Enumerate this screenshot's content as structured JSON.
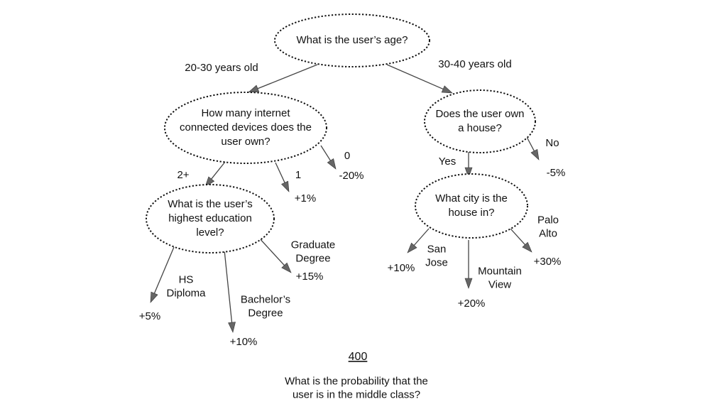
{
  "nodes": {
    "age": [
      "What is the user’s age?"
    ],
    "devices": [
      "How many internet",
      "connected devices does the",
      "user own?"
    ],
    "house": [
      "Does the user own",
      "a house?"
    ],
    "education": [
      "What is the user’s",
      "highest education",
      "level?"
    ],
    "city": [
      "What city is the",
      "house in?"
    ]
  },
  "branches": {
    "age_20_30": [
      "20-30 years old"
    ],
    "age_30_40": [
      "30-40 years old"
    ],
    "devices_2plus": [
      "2+"
    ],
    "devices_1": [
      "1"
    ],
    "devices_0": [
      "0"
    ],
    "house_yes": [
      "Yes"
    ],
    "house_no": [
      "No"
    ],
    "edu_hs": [
      "HS",
      "Diploma"
    ],
    "edu_bachelor": [
      "Bachelor’s",
      "Degree"
    ],
    "edu_graduate": [
      "Graduate",
      "Degree"
    ],
    "city_san_jose": [
      "San",
      "Jose"
    ],
    "city_mountain_view": [
      "Mountain",
      "View"
    ],
    "city_palo_alto": [
      "Palo",
      "Alto"
    ]
  },
  "outcomes": {
    "devices_1": "+1%",
    "devices_0": "-20%",
    "house_no": "-5%",
    "edu_hs": "+5%",
    "edu_bachelor": "+10%",
    "edu_graduate": "+15%",
    "city_san_jose": "+10%",
    "city_mountain_view": "+20%",
    "city_palo_alto": "+30%"
  },
  "figure": {
    "number": "400",
    "caption": [
      "What is the probability that the",
      "user is in the middle class?"
    ]
  }
}
